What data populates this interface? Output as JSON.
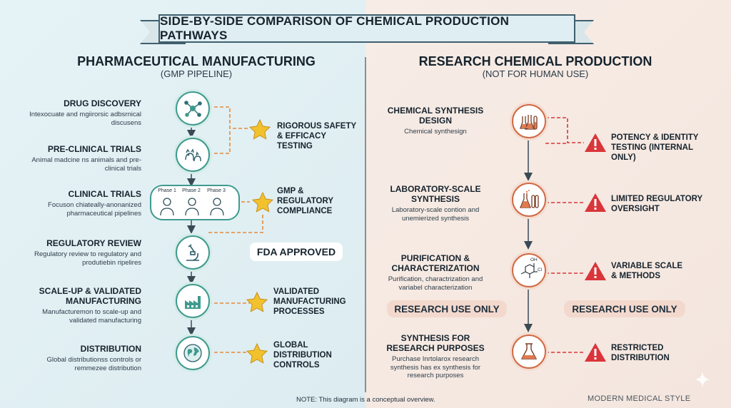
{
  "title": "SIDE-BY-SIDE COMPARISON OF CHEMICAL PRODUCTION PATHWAYS",
  "left": {
    "title": "PHARMACEUTICAL MANUFACTURING",
    "subtitle": "(GMP PIPELINE)",
    "steps": [
      {
        "title": "DRUG DISCOVERY",
        "desc": "Intexocuate and mgiirorsic adbsrnical discusens",
        "icon": "molecule-icon"
      },
      {
        "title": "PRE-CLINICAL TRIALS",
        "desc": "Animal madcine ns animals and pre-clinical trials",
        "icon": "animals-icon"
      },
      {
        "title": "CLINICAL TRIALS",
        "desc": "Focuson chiateally-anonanized pharmaceutical pipelines",
        "icon": "phases-icon"
      },
      {
        "title": "REGULATORY REVIEW",
        "desc": "Regulatory review to regulatory and produtiebin ripelires",
        "icon": "microscope-icon"
      },
      {
        "title": "SCALE-UP & VALIDATED MANUFACTURING",
        "desc": "Manufacturemon to scale-up and validated manufacturing",
        "icon": "factory-icon"
      },
      {
        "title": "DISTRIBUTION",
        "desc": "Global distributionss controls or remmezee distribution",
        "icon": "globe-icon"
      }
    ],
    "phases": [
      "Phase 1",
      "Phase 2",
      "Phase 3"
    ],
    "notes": [
      "RIGOROUS SAFETY & EFFICACY TESTING",
      "GMP & REGULATORY COMPLIANCE",
      "VALIDATED MANUFACTURING PROCESSES",
      "GLOBAL DISTRIBUTION CONTROLS"
    ],
    "approved_label": "FDA APPROVED"
  },
  "right": {
    "title": "RESEARCH CHEMICAL PRODUCTION",
    "subtitle": "(NOT FOR HUMAN USE)",
    "steps": [
      {
        "title": "CHEMICAL SYNTHESIS DESIGN",
        "desc": "Chemical synthesign",
        "icon": "glassware-icon"
      },
      {
        "title": "LABORATORY-SCALE SYNTHESIS",
        "desc": "Laboratory-scale contion and unemierized synthesis",
        "icon": "flask-tubes-icon"
      },
      {
        "title": "PURIFICATION & CHARACTERIZATION",
        "desc": "Purification, charactrization and variabel characterization",
        "icon": "structure-icon"
      },
      {
        "title": "SYNTHESIS FOR RESEARCH PURPOSES",
        "desc": "Purchase Inrtolarox research synthesis has ex synthesis for research purposes",
        "icon": "flask-icon"
      }
    ],
    "warnings": [
      "POTENCY & IDENTITY TESTING (INTERNAL ONLY)",
      "LIMITED REGULATORY OVERSIGHT",
      "VARIABLE SCALE & METHODS",
      "RESTRICTED DISTRIBUTION"
    ],
    "research_use_label": "RESEARCH USE ONLY",
    "research_use_label_2": "RESEARCH USE ONLY",
    "structure_labels": [
      "OH",
      "Cl"
    ]
  },
  "footer_note": "NOTE: This diagram is a conceptual overview.",
  "style_label": "MODERN MEDICAL STYLE",
  "colors": {
    "teal": "#3f9a8e",
    "orange": "#d06a44",
    "star": "#f2c12e",
    "warning": "#d9353a"
  }
}
